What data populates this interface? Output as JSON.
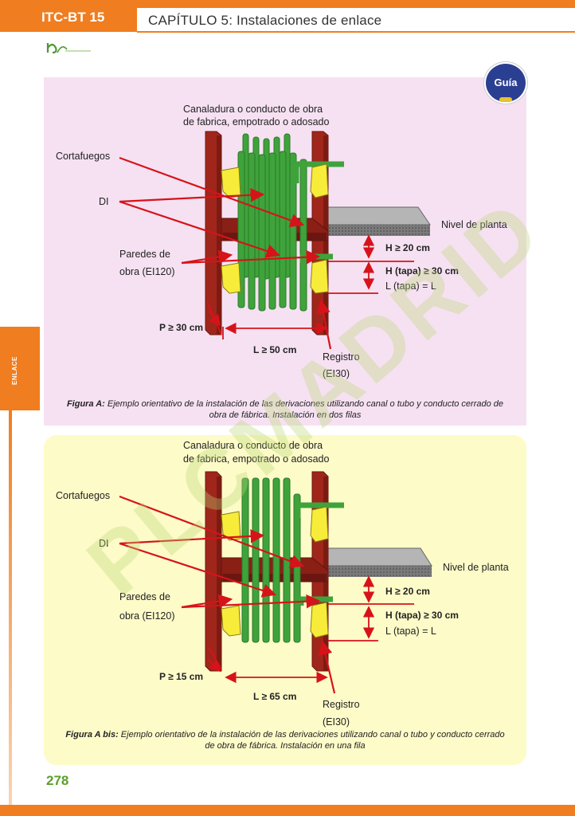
{
  "header": {
    "badge": "ITC-BT 15",
    "chapter": "CAPÍTULO 5: Instalaciones de enlace"
  },
  "side_tab": "ENLACE",
  "guia": "Guía",
  "watermark": "PLCMADRID",
  "page_number": "278",
  "colors": {
    "accent": "#f07d1f",
    "wall": "#a0261b",
    "tube": "#3ea33b",
    "firestop": "#f7ec3a",
    "arrow": "#d7131a",
    "panel_a": "#f6e1f2",
    "panel_b": "#fdfbc8",
    "guia": "#2b3f92"
  },
  "figure_a": {
    "title_line1": "Canaladura o conducto de obra",
    "title_line2": "de fabrica, empotrado o adosado",
    "cortafuegos": "Cortafuegos",
    "di": "DI",
    "paredes_line1": "Paredes de",
    "paredes_line2": "obra (EI120)",
    "nivel": "Nivel de planta",
    "h": "H ≥ 20 cm",
    "h_tapa": "H (tapa) ≥ 30 cm",
    "l_tapa": "L (tapa) = L",
    "p": "P ≥ 30 cm",
    "l": "L ≥ 50 cm",
    "registro_line1": "Registro",
    "registro_line2": "(EI30)",
    "caption_label": "Figura A:",
    "caption_text_line1": " Ejemplo orientativo de la instalación de las derivaciones utilizando canal o tubo y conducto cerrado de",
    "caption_text_line2": "obra de fábrica. Instalación en dos filas"
  },
  "figure_b": {
    "title_line1": "Canaladura o conducto de obra",
    "title_line2": "de fabrica, empotrado o adosado",
    "cortafuegos": "Cortafuegos",
    "di": "DI",
    "paredes_line1": "Paredes de",
    "paredes_line2": "obra (EI120)",
    "nivel": "Nivel de planta",
    "h": "H ≥ 20 cm",
    "h_tapa": "H (tapa) ≥ 30 cm",
    "l_tapa": "L (tapa) = L",
    "p": "P ≥ 15 cm",
    "l": "L ≥ 65 cm",
    "registro_line1": "Registro",
    "registro_line2": "(EI30)",
    "caption_label": "Figura A bis:",
    "caption_text_line1": " Ejemplo orientativo de la instalación de las derivaciones utilizando canal o tubo y conducto cerrado",
    "caption_text_line2": "de obra de fábrica. Instalación en una fila"
  }
}
